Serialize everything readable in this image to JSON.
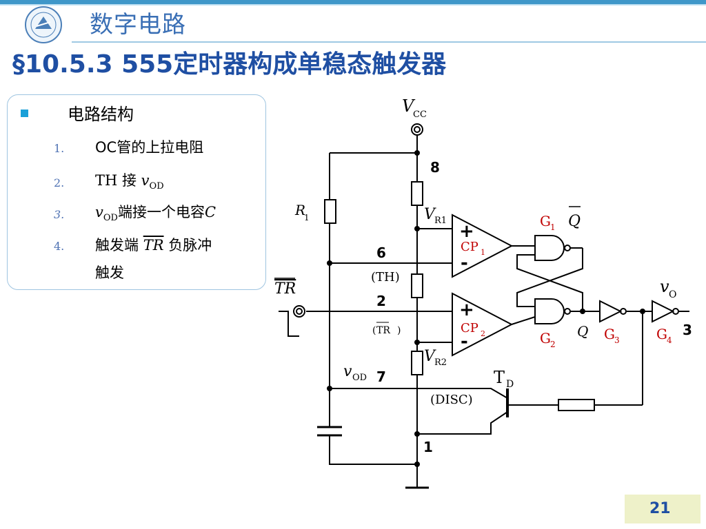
{
  "header": {
    "course": "数字电路",
    "title": "§10.5.3  555定时器构成单稳态触发器"
  },
  "content": {
    "heading": "电路结构",
    "items": [
      {
        "num": "1.",
        "text": "OC管的上拉电阻"
      },
      {
        "num": "2.",
        "text_a": "TH  接  ",
        "text_b": "v",
        "text_sub": "OD"
      },
      {
        "num": "3.",
        "text_b": "v",
        "text_sub": "OD",
        "text_a": "端接一个电容",
        "text_c": "C"
      },
      {
        "num": "4.",
        "text_a": "触发端 ",
        "text_b": "TR",
        "text_c": " 负脉冲",
        "text_d": "触发"
      }
    ]
  },
  "circuit": {
    "vcc_v": "V",
    "vcc_sub": "CC",
    "pin8": "8",
    "pin6": "6",
    "pin2": "2",
    "pin7": "7",
    "pin1": "1",
    "pin3": "3",
    "r1": "R",
    "r1_sub": "1",
    "vr1": "V",
    "vr1_sub": "R1",
    "vr2": "V",
    "vr2_sub": "R2",
    "th": "(TH)",
    "tr_label": "TR",
    "tr_paren_a": "(",
    "tr_paren_b": "TR",
    "tr_paren_c": ")",
    "cp1": "CP",
    "cp1_sub": "1",
    "cp2": "CP",
    "cp2_sub": "2",
    "plus": "+",
    "minus": "-",
    "g1": "G",
    "g1_sub": "1",
    "g2": "G",
    "g2_sub": "2",
    "g3": "G",
    "g3_sub": "3",
    "g4": "G",
    "g4_sub": "4",
    "q": "Q",
    "qbar": "Q",
    "vo": "v",
    "vo_sub": "O",
    "vod": "v",
    "vod_sub": "OD",
    "td": "T",
    "td_sub": "D",
    "disc": "(DISC)"
  },
  "footer": {
    "page": "21"
  },
  "colors": {
    "accent": "#1f4fa3",
    "gate_red": "#c00000"
  }
}
